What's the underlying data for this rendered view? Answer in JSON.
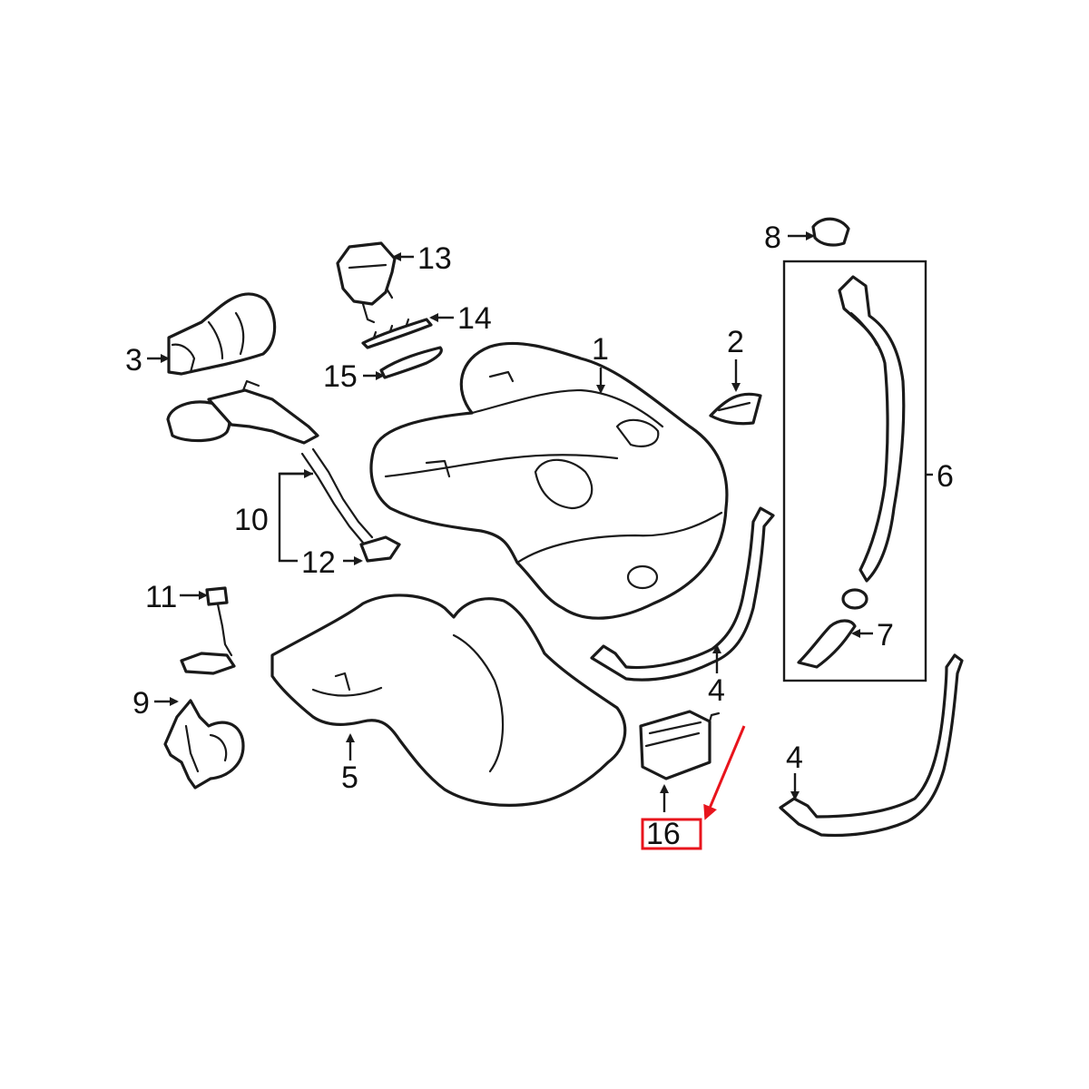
{
  "callouts": {
    "c1": "1",
    "c2": "2",
    "c3": "3",
    "c4a": "4",
    "c4b": "4",
    "c5": "5",
    "c6": "6",
    "c7": "7",
    "c8": "8",
    "c9": "9",
    "c10": "10",
    "c11": "11",
    "c12": "12",
    "c13": "13",
    "c14": "14",
    "c15": "15",
    "c16": "16"
  },
  "highlight": {
    "part_number": "16",
    "color": "#e8141c"
  },
  "colors": {
    "line": "#1a1a1a",
    "background": "#ffffff"
  }
}
